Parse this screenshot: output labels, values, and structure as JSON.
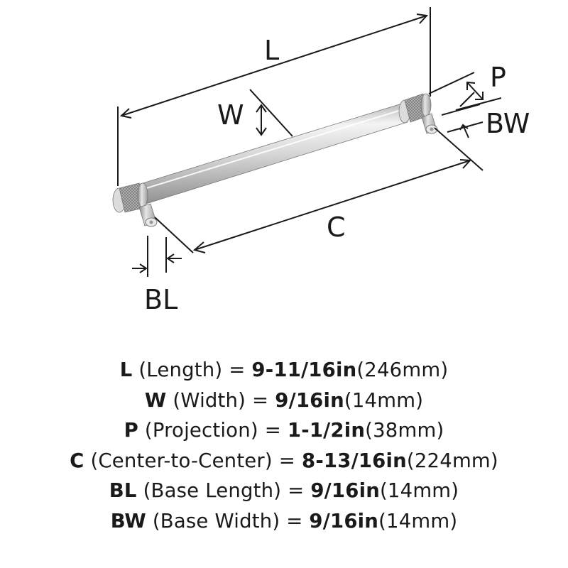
{
  "dimension_labels": {
    "L": "L",
    "W": "W",
    "P": "P",
    "BW": "BW",
    "C": "C",
    "BL": "BL"
  },
  "specs": [
    {
      "abbr": "L",
      "desc": " (Length) = ",
      "imperial": "9-11/16in",
      "metric": "(246mm)"
    },
    {
      "abbr": "W",
      "desc": " (Width) = ",
      "imperial": "9/16in",
      "metric": "(14mm)"
    },
    {
      "abbr": "P",
      "desc": " (Projection) = ",
      "imperial": "1-1/2in",
      "metric": "(38mm)"
    },
    {
      "abbr": "C",
      "desc": " (Center-to-Center) = ",
      "imperial": "8-13/16in",
      "metric": "(224mm)"
    },
    {
      "abbr": "BL",
      "desc": " (Base Length) = ",
      "imperial": "9/16in",
      "metric": "(14mm)"
    },
    {
      "abbr": "BW",
      "desc": " (Base Width) = ",
      "imperial": "9/16in",
      "metric": "(14mm)"
    }
  ],
  "colors": {
    "line": "#1a1a1a",
    "metal_light": "#f2f2f2",
    "metal_mid": "#c9c9c9",
    "metal_dark": "#8a8a8a"
  }
}
